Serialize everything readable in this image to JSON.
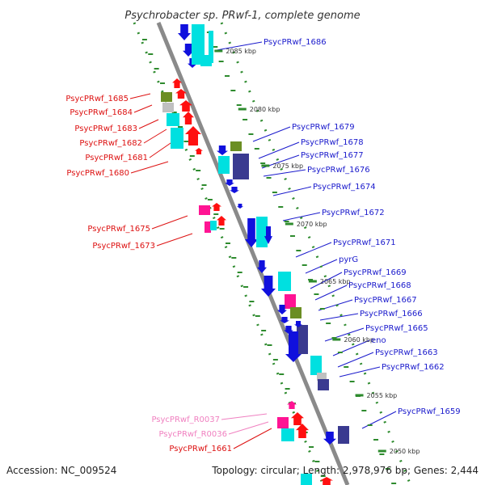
{
  "title": "Psychrobacter sp. PRwf-1, complete genome",
  "footer": {
    "accession": "Accession: NC_009524",
    "topology": "Topology: circular; Length: 2,978,976 bp; Genes: 2,444"
  },
  "colors": {
    "backbone": "#8a8a8a",
    "right_label": "#1a1acc",
    "left_label": "#dd1111",
    "rna_label": "#f080c0",
    "tick": "#2e8b2e",
    "blue": "#1010dd",
    "cyan": "#00e0e0",
    "navy": "#3a3a90",
    "red": "#ff1010",
    "olive": "#6b8e23",
    "pink": "#ff1493",
    "grey": "#c0c0c0"
  },
  "scale_labels": [
    "2085 kbp",
    "2080 kbp",
    "2075 kbp",
    "2070 kbp",
    "2065 kbp",
    "2060 kbp",
    "2055 kbp",
    "2050 kbp"
  ],
  "right_labels": [
    "PsycPRwf_1686",
    "PsycPRwf_1679",
    "PsycPRwf_1678",
    "PsycPRwf_1677",
    "PsycPRwf_1676",
    "PsycPRwf_1674",
    "PsycPRwf_1672",
    "PsycPRwf_1671",
    "pyrG",
    "PsycPRwf_1669",
    "PsycPRwf_1668",
    "PsycPRwf_1667",
    "PsycPRwf_1666",
    "PsycPRwf_1665",
    "eno",
    "PsycPRwf_1663",
    "PsycPRwf_1662",
    "PsycPRwf_1659"
  ],
  "left_labels": [
    "PsycPRwf_1685",
    "PsycPRwf_1684",
    "PsycPRwf_1683",
    "PsycPRwf_1682",
    "PsycPRwf_1681",
    "PsycPRwf_1680",
    "PsycPRwf_1675",
    "PsycPRwf_1673",
    "PsycPRwf_1661"
  ],
  "rna_labels": [
    "PsycPRwf_R0037",
    "PsycPRwf_R0036"
  ]
}
